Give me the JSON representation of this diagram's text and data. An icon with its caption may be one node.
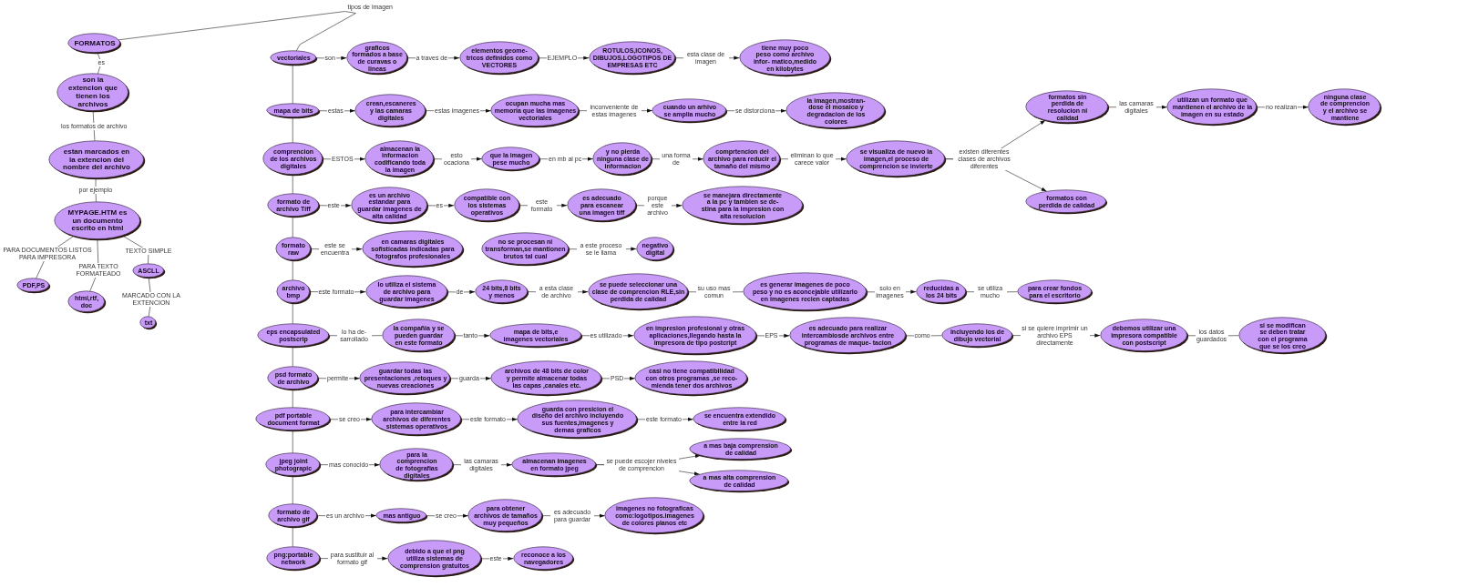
{
  "diagram": {
    "nodes": [
      {
        "text": [
          "FORMATOS"
        ]
      },
      {
        "text": [
          "son la extencion que tienen los archivos"
        ]
      },
      {
        "text": [
          "estan marcados en la extencion del nombre del archivo"
        ]
      },
      {
        "text": [
          "MYPAGE.HTM es un documento escrito en html"
        ]
      },
      {
        "text": [
          "PDF,PS"
        ]
      },
      {
        "text": [
          "html,rtf, doc"
        ]
      },
      {
        "text": [
          "ASCLL"
        ]
      },
      {
        "text": [
          "txt"
        ]
      },
      {
        "text": [
          "vectoriales"
        ]
      },
      {
        "text": [
          "graficos formados a base de curavas o lineas"
        ]
      },
      {
        "text": [
          "elementos geome- tricos definidos como VECTORES"
        ]
      },
      {
        "text": [
          "ROTULOS,ICONOS, DIBUJOS,LOGOTIPOS DE EMPRESAS ETC"
        ]
      },
      {
        "text": [
          "tiene muy poco peso como archivo infor- matico,medido en kilobytes"
        ]
      },
      {
        "text": [
          "mapa de bits"
        ]
      },
      {
        "text": [
          "crean,escaneres y las camaras digitales"
        ]
      },
      {
        "text": [
          "ocupan mucha mas memoria que las imagenes vectoriales"
        ]
      },
      {
        "text": [
          "cuando un arhivo se amplia mucho"
        ]
      },
      {
        "text": [
          "la imagen,mostran- dose el mosaico y degradacion de los colores"
        ]
      },
      {
        "text": [
          "comprencion de los archivos digitales"
        ]
      },
      {
        "text": [
          "almacenan la informacion codificando toda la imagen"
        ]
      },
      {
        "text": [
          "que la imagen pese mucho"
        ]
      },
      {
        "text": [
          "y no pierda ninguna clase de informacion"
        ]
      },
      {
        "text": [
          "comprtencion del archivo para reducir el tamaño del mismo"
        ]
      },
      {
        "text": [
          "se visualiza de nuevo la imagen,el proceso de comprencion se invierte"
        ]
      },
      {
        "text": [
          "formatos sin perdida de resolucion ni calidad"
        ]
      },
      {
        "text": [
          "utilizan un formato que mantienen el archivo de la imagen en su estado"
        ]
      },
      {
        "text": [
          "ninguna clase de comprencion y el archivo se mantiene"
        ]
      },
      {
        "text": [
          "formatos con perdida de calidad"
        ]
      },
      {
        "text": [
          "formato de archivo Tiff"
        ]
      },
      {
        "text": [
          "es un archivo estandar para guardar imagenes de alta calidad"
        ]
      },
      {
        "text": [
          "compatible con los sistemas operativos"
        ]
      },
      {
        "text": [
          "es adecuado para escanear una imagen tiff"
        ]
      },
      {
        "text": [
          "se manejara directamente a la pc y tambien se de- stina para la impresion con alta resolucion"
        ]
      },
      {
        "text": [
          "formato raw"
        ]
      },
      {
        "text": [
          "en camaras digitales sofisticadas indicadas para fotografos profesionales"
        ]
      },
      {
        "text": [
          "no se procesan ni transforman,se mantionen brutos tal cual"
        ]
      },
      {
        "text": [
          "negativo digital"
        ]
      },
      {
        "text": [
          "archivo bmp"
        ]
      },
      {
        "text": [
          "lo utiliza el sistema de archivo para guardar imagenes"
        ]
      },
      {
        "text": [
          "24 bits,8 bits y menos"
        ]
      },
      {
        "text": [
          "se puede seleccionar una clase de comprencion RLE,sin perdida de calidad"
        ]
      },
      {
        "text": [
          "es generar imagenes de poco peso y no es aconcejable utilizarlo en imagenes recien captadas"
        ]
      },
      {
        "text": [
          "reducidas a los 24 bits"
        ]
      },
      {
        "text": [
          "para crear fondos para el escritorio"
        ]
      },
      {
        "text": [
          "eps encapsulated postscrip"
        ]
      },
      {
        "text": [
          "la compañia y se pueden guardar en este formato"
        ]
      },
      {
        "text": [
          "mapa de bits,e imagenes vectoriales"
        ]
      },
      {
        "text": [
          "en impresion profesional y otras aplicaciones,llegando hasta la impresora de tipo postcript"
        ]
      },
      {
        "text": [
          "es adecuado para realizar intercambiosde archivos entre programas de maque- tacion"
        ]
      },
      {
        "text": [
          "incluyendo los de dibujo vectorial"
        ]
      },
      {
        "text": [
          "debemos utilizar una impresora compatible con postscript"
        ]
      },
      {
        "text": [
          "si se modifican se deben tratar con el programa que se los creo"
        ]
      },
      {
        "text": [
          "psd formato de archivo"
        ]
      },
      {
        "text": [
          "guardar todas las presentaciones ,retoques y nuevas creaciones"
        ]
      },
      {
        "text": [
          "archivos de 48 bits de color y permite almacenar todas las capas ,canales etc."
        ]
      },
      {
        "text": [
          "casi no tiene compatibilidad con otros programas ,se reco- mienda tener dos archivos"
        ]
      },
      {
        "text": [
          "pdf portable document format"
        ]
      },
      {
        "text": [
          "para intercambiar archivos de diferentes sistemas operativos"
        ]
      },
      {
        "text": [
          "guarda con presicion el diseño del archivo incluyendo sus fuentes,imagenes y demas graficos"
        ]
      },
      {
        "text": [
          "se encuentra extendido entre la red"
        ]
      },
      {
        "text": [
          "jpeg joint photograpic"
        ]
      },
      {
        "text": [
          "para la comprencion de fotografias digitales"
        ]
      },
      {
        "text": [
          "almacenan imagenes en formato jpeg"
        ]
      },
      {
        "text": [
          "a mas baja comprension de calidad"
        ]
      },
      {
        "text": [
          "a mas alta comprension de calidad"
        ]
      },
      {
        "text": [
          "formato de archivo gif"
        ]
      },
      {
        "text": [
          "mas antiguo"
        ]
      },
      {
        "text": [
          "para obtener archivos de tamaños muy pequeños"
        ]
      },
      {
        "text": [
          "imagenes no fotograficas como:logotipos.imagenes de colores planos etc"
        ]
      },
      {
        "text": [
          "png:portable network"
        ]
      },
      {
        "text": [
          "debido a que el png utiliza sistemas de comprension gratuitos"
        ]
      },
      {
        "text": [
          "reconoce a los navegadores"
        ]
      }
    ],
    "edges": [
      {
        "from": 0,
        "to": 1,
        "label": "es",
        "arrow": "none"
      },
      {
        "from": 1,
        "to": 2,
        "label": "los formatos de archivo",
        "arrow": "none"
      },
      {
        "from": 2,
        "to": 3,
        "label": "por ejemplo",
        "arrow": "none"
      },
      {
        "from": 3,
        "to": 4,
        "label": "PARA DOCUMENTOS LISTOS PARA IMPRESORA",
        "arrow": "none"
      },
      {
        "from": 3,
        "to": 5,
        "label": "PARA TEXTO FORMATEADO",
        "arrow": "none"
      },
      {
        "from": 3,
        "to": 6,
        "label": "TEXTO SIMPLE",
        "arrow": "none"
      },
      {
        "from": 6,
        "to": 7,
        "label": "MARCADO CON LA EXTENCION",
        "arrow": "none"
      },
      {
        "from": 0,
        "to": 8,
        "label": "tipos de imagen",
        "arrow": "none"
      },
      {
        "from": 8,
        "to": 13,
        "arrow": "none"
      },
      {
        "from": 13,
        "to": 18,
        "arrow": "none"
      },
      {
        "from": 18,
        "to": 28,
        "arrow": "none"
      },
      {
        "from": 28,
        "to": 33,
        "arrow": "none"
      },
      {
        "from": 33,
        "to": 37,
        "arrow": "none"
      },
      {
        "from": 37,
        "to": 44,
        "arrow": "none"
      },
      {
        "from": 44,
        "to": 52,
        "arrow": "none"
      },
      {
        "from": 52,
        "to": 56,
        "arrow": "none"
      },
      {
        "from": 56,
        "to": 60,
        "arrow": "none"
      },
      {
        "from": 60,
        "to": 65,
        "arrow": "none"
      },
      {
        "from": 65,
        "to": 69,
        "arrow": "none"
      },
      {
        "from": 8,
        "to": 9,
        "label": "son",
        "arrow": "to"
      },
      {
        "from": 9,
        "to": 10,
        "label": "a traves de",
        "arrow": "to"
      },
      {
        "from": 10,
        "to": 11,
        "label": "EJEMPLO",
        "arrow": "to"
      },
      {
        "from": 11,
        "to": 12,
        "label": "esta clase de imagen",
        "arrow": "to"
      },
      {
        "from": 13,
        "to": 14,
        "label": "estas",
        "arrow": "to"
      },
      {
        "from": 14,
        "to": 15,
        "label": "estas imagenes",
        "arrow": "to"
      },
      {
        "from": 15,
        "to": 16,
        "label": "inconveniente de estas imagenes",
        "arrow": "to"
      },
      {
        "from": 16,
        "to": 17,
        "label": "se distorciona",
        "arrow": "to"
      },
      {
        "from": 18,
        "to": 19,
        "label": "ESTOS",
        "arrow": "to"
      },
      {
        "from": 19,
        "to": 20,
        "label": "esto ocaciona",
        "arrow": "to"
      },
      {
        "from": 20,
        "to": 21,
        "label": "en mb al pc",
        "arrow": "to"
      },
      {
        "from": 21,
        "to": 22,
        "label": "una forma de",
        "arrow": "to"
      },
      {
        "from": 22,
        "to": 23,
        "label": "eliminan lo que carece valor",
        "arrow": "to"
      },
      {
        "from": 23,
        "to": 24,
        "label": "existen diferentes clases de archivos diferentes",
        "arrow": "to"
      },
      {
        "from": 23,
        "to": 27,
        "arrow": "to"
      },
      {
        "from": 24,
        "to": 25,
        "label": "las camaras digitales",
        "arrow": "to"
      },
      {
        "from": 25,
        "to": 26,
        "label": "no realizan",
        "arrow": "to"
      },
      {
        "from": 28,
        "to": 29,
        "label": "este",
        "arrow": "to"
      },
      {
        "from": 29,
        "to": 30,
        "label": "es",
        "arrow": "to"
      },
      {
        "from": 30,
        "to": 31,
        "label": "este formato",
        "arrow": "to"
      },
      {
        "from": 31,
        "to": 32,
        "label": "porque este archivo",
        "arrow": "to"
      },
      {
        "from": 33,
        "to": 34,
        "label": "este se encuentra",
        "arrow": "to"
      },
      {
        "from": 35,
        "to": 36,
        "label": "a este proceso se le llama",
        "arrow": "to"
      },
      {
        "from": 37,
        "to": 38,
        "label": "este formato",
        "arrow": "to"
      },
      {
        "from": 38,
        "to": 39,
        "label": "de",
        "arrow": "to"
      },
      {
        "from": 39,
        "to": 40,
        "label": "a esta clase de archivo",
        "arrow": "to"
      },
      {
        "from": 40,
        "to": 41,
        "label": "su uso mas comun",
        "arrow": "none"
      },
      {
        "from": 41,
        "to": 42,
        "label": "solo en imagenes",
        "arrow": "to"
      },
      {
        "from": 42,
        "to": 43,
        "label": "se utiliza mucho",
        "arrow": "none"
      },
      {
        "from": 44,
        "to": 45,
        "label": "lo ha de- sarrollado",
        "arrow": "none"
      },
      {
        "from": 45,
        "to": 46,
        "label": "tanto",
        "arrow": "to"
      },
      {
        "from": 46,
        "to": 47,
        "label": "es utilizado",
        "arrow": "to"
      },
      {
        "from": 47,
        "to": 48,
        "label": "EPS",
        "arrow": "to"
      },
      {
        "from": 48,
        "to": 49,
        "label": "como",
        "arrow": "none"
      },
      {
        "from": 49,
        "to": 50,
        "label": "si se quiere imprimir un archivo EPS directamente",
        "arrow": "to"
      },
      {
        "from": 50,
        "to": 51,
        "label": "los datos guardados",
        "arrow": "none"
      },
      {
        "from": 52,
        "to": 53,
        "label": "permite",
        "arrow": "to"
      },
      {
        "from": 53,
        "to": 54,
        "label": "guarda",
        "arrow": "to"
      },
      {
        "from": 54,
        "to": 55,
        "label": "PSD",
        "arrow": "to"
      },
      {
        "from": 56,
        "to": 57,
        "label": "se creo",
        "arrow": "to"
      },
      {
        "from": 57,
        "to": 58,
        "label": "este formato",
        "arrow": "to"
      },
      {
        "from": 58,
        "to": 59,
        "label": "este formato",
        "arrow": "to"
      },
      {
        "from": 60,
        "to": 61,
        "label": "mas conocido",
        "arrow": "to"
      },
      {
        "from": 61,
        "to": 62,
        "label": "las camaras digitales",
        "arrow": "to"
      },
      {
        "from": 62,
        "to": 63,
        "label": "se puede escojer niveles de comprencion",
        "arrow": "to"
      },
      {
        "from": 62,
        "to": 64,
        "arrow": "to"
      },
      {
        "from": 65,
        "to": 66,
        "label": "es un archivo",
        "arrow": "to"
      },
      {
        "from": 66,
        "to": 67,
        "label": "se creo",
        "arrow": "to"
      },
      {
        "from": 67,
        "to": 68,
        "label": "es adecuado para guardar",
        "arrow": "to"
      },
      {
        "from": 69,
        "to": 70,
        "label": "para sustituir al formato gif",
        "arrow": "to"
      },
      {
        "from": 70,
        "to": 71,
        "label": "este",
        "arrow": "to"
      }
    ]
  }
}
